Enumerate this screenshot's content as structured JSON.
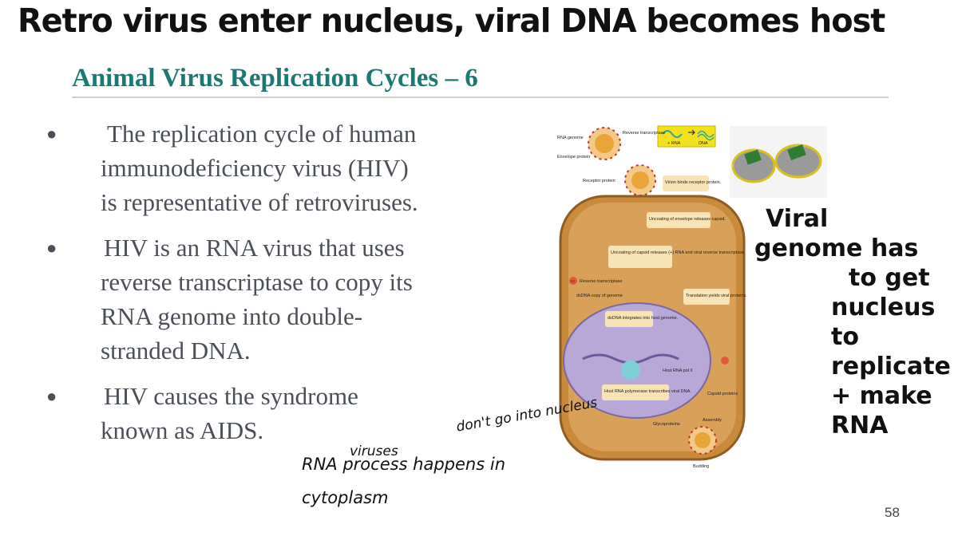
{
  "annotations": {
    "top": "Retro virus enter nucleus, viral DNA becomes host",
    "right": [
      "Viral",
      "genome has",
      "to get",
      "nucleus",
      "to",
      "replicate",
      "+ make",
      "RNA"
    ],
    "bottom_viruses": "viruses",
    "bottom_line1": "RNA process happens in",
    "bottom_line2": "cytoplasm",
    "bottom_dont": "don't go into nucleus"
  },
  "slide": {
    "title": "Animal Virus Replication Cycles – 6",
    "bullets": [
      {
        "lines": [
          "The replication cycle of human",
          "immunodeficiency virus (HIV)",
          "is representative of retroviruses."
        ]
      },
      {
        "lines": [
          "HIV is an RNA virus that uses",
          "reverse transcriptase to copy its",
          "RNA genome into double-",
          "stranded DNA."
        ]
      },
      {
        "lines": [
          "HIV causes the syndrome",
          "known as AIDS."
        ]
      }
    ],
    "page_number": "58"
  },
  "figure": {
    "labels": {
      "rna_genome": "RNA genome",
      "reverse_transcriptase": "Reverse transcriptase",
      "envelope_protein": "Envelope protein",
      "receptor_protein": "Receptor protein",
      "key_rna": "+ RNA",
      "key_dna": "DNA",
      "virion_binds": "Virion binds receptor protein.",
      "uncoating_envelope": "Uncoating of envelope releases capsid.",
      "uncoating_capsid": "Uncoating of capsid releases (+) RNA and viral reverse transcriptase.",
      "rt": "RT",
      "rt_label": "Reverse transcriptase",
      "dsdna_copy": "dsDNA copy of genome",
      "dsdna_integrates": "dsDNA integrates into host genome.",
      "translation": "Translation yields viral proteins.",
      "host_rna_pol": "Host RNA pol II",
      "host_rna_polymerase": "Host RNA polymerase transcribes viral DNA.",
      "capsid_proteins": "Capsid proteins",
      "glycoproteins": "Glycoproteins",
      "assembly": "Assembly",
      "budding": "Budding"
    }
  },
  "colors": {
    "title": "#1a7a73",
    "bullet_text": "#4a4f58",
    "cell": "#c98a3c",
    "key_box": "#f2e11c"
  }
}
